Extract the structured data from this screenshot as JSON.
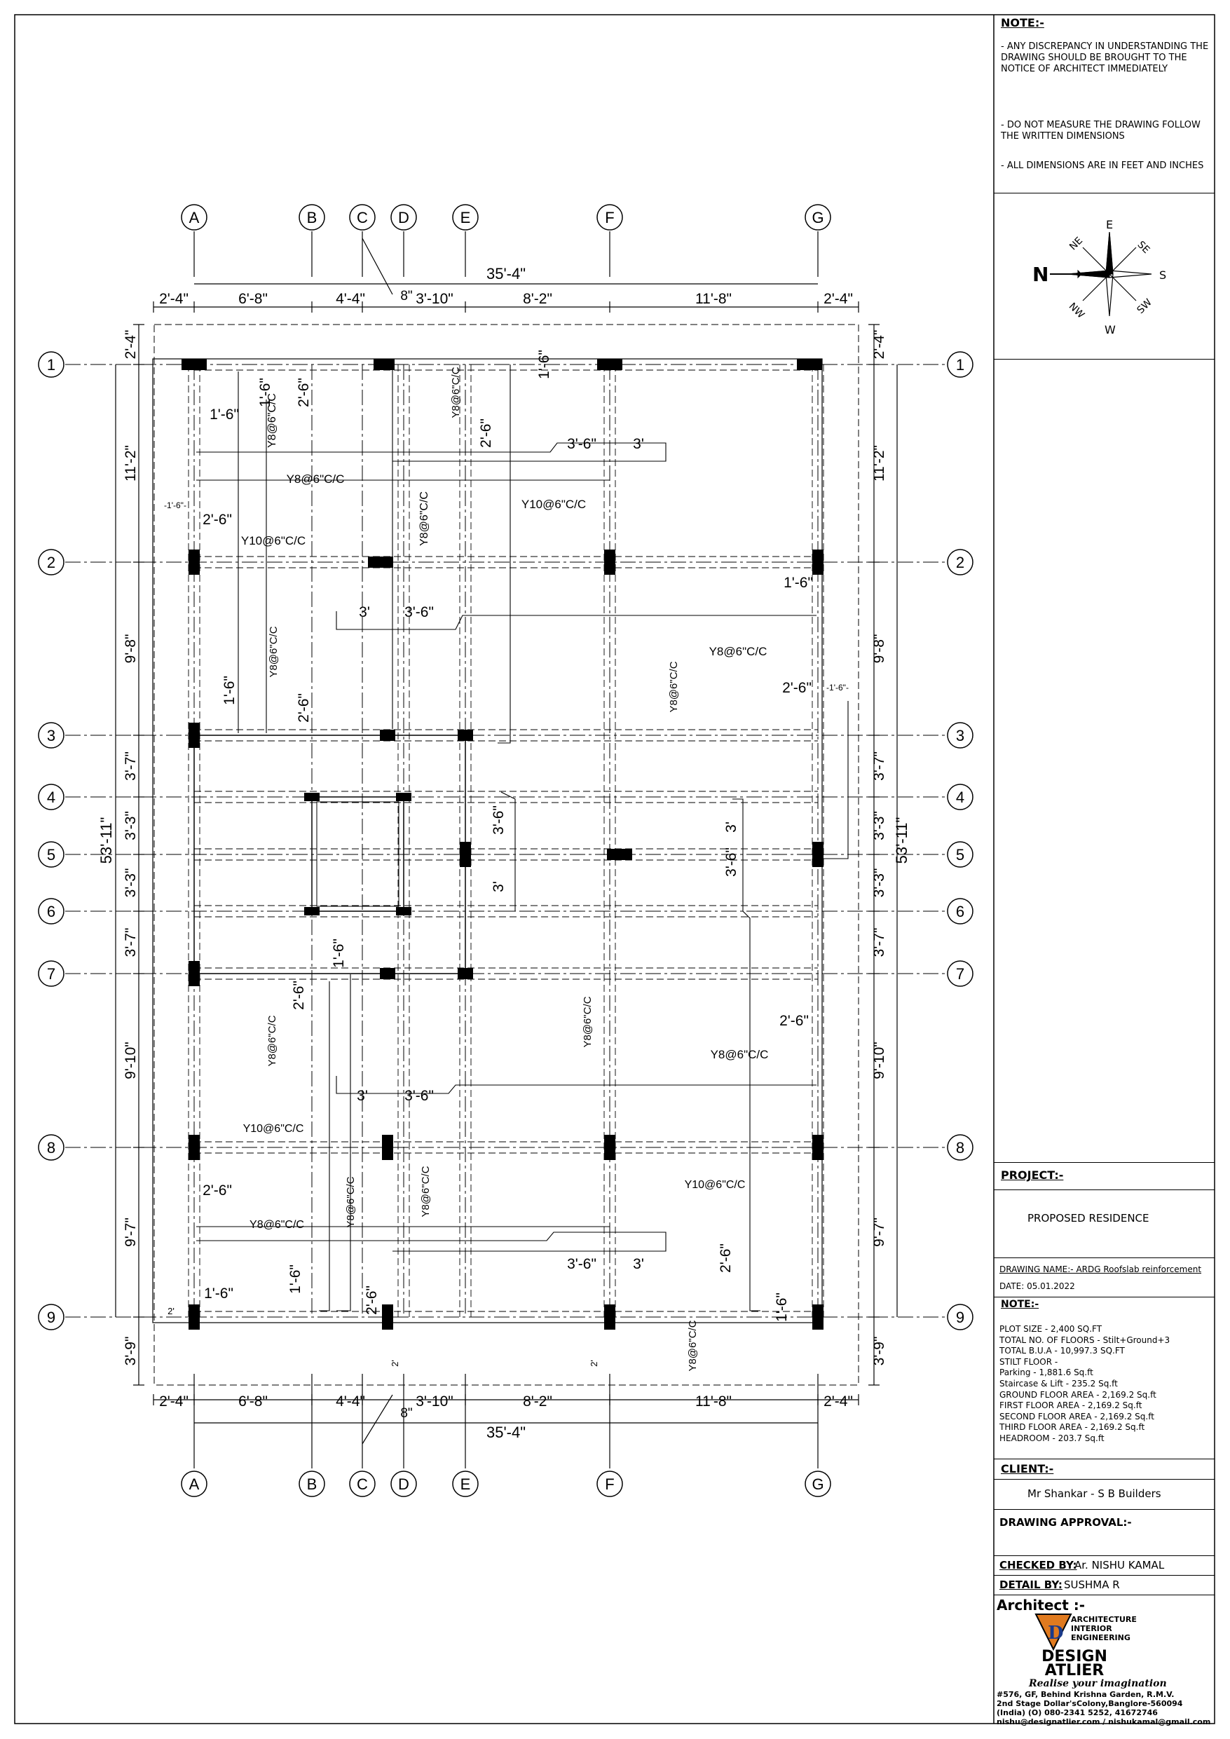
{
  "notes": {
    "heading": "NOTE:-",
    "items": [
      "- ANY DISCREPANCY IN UNDERSTANDING THE DRAWING SHOULD BE BROUGHT TO THE NOTICE OF ARCHITECT IMMEDIATELY",
      "- DO NOT MEASURE THE DRAWING FOLLOW THE WRITTEN DIMENSIONS",
      "- ALL DIMENSIONS ARE IN FEET AND INCHES"
    ]
  },
  "compass": {
    "north": "N",
    "labels": [
      "E",
      "SE",
      "S",
      "SW",
      "W",
      "NW",
      "NE"
    ]
  },
  "grid": {
    "cols": [
      "A",
      "B",
      "C",
      "D",
      "E",
      "F",
      "G"
    ],
    "rows": [
      "1",
      "2",
      "3",
      "4",
      "5",
      "6",
      "7",
      "8",
      "9"
    ]
  },
  "dims": {
    "overall_width": "35'-4\"",
    "overall_height": "53'-11\"",
    "top_segments": [
      "2'-4\"",
      "6'-8\"",
      "4'-4\"",
      "3'-10\"",
      "8'-2\"",
      "11'-8\"",
      "2'-4\""
    ],
    "c_offset": "8\"",
    "left_segments": [
      "2'-4\"",
      "11'-2\"",
      "9'-8\"",
      "3'-7\"",
      "3'-3\"",
      "3'-3\"",
      "3'-7\"",
      "9'-10\"",
      "9'-7\"",
      "3'-9\""
    ],
    "right_segments": [
      "2'-4\"",
      "11'-2\"",
      "9'-8\"",
      "3'-7\"",
      "3'-3\"",
      "3'-3\"",
      "3'-7\"",
      "9'-10\"",
      "9'-7\"",
      "3'-9\""
    ]
  },
  "rebar": {
    "y8": "Y8@6\"C/C",
    "y10": "Y10@6\"C/C",
    "l16": "1'-6\"",
    "l26": "2'-6\"",
    "l36": "3'-6\"",
    "l3": "3'",
    "l2": "2'",
    "l16_small": "-1'-6\"-"
  },
  "project": {
    "heading": "PROJECT:-",
    "name": "PROPOSED RESIDENCE"
  },
  "drawing": {
    "name": "DRAWING NAME:- ARDG Roofslab reinforcement",
    "date": "DATE: 05.01.2022"
  },
  "summary": {
    "heading": "NOTE:-",
    "lines": [
      "PLOT SIZE - 2,400 SQ.FT",
      "TOTAL NO. OF FLOORS - Stilt+Ground+3",
      "TOTAL B.U.A - 10,997.3 SQ.FT",
      "STILT FLOOR -",
      "Parking - 1,881.6 Sq.ft",
      "Staircase & Lift - 235.2 Sq.ft",
      "GROUND FLOOR AREA - 2,169.2 Sq.ft",
      "FIRST FLOOR AREA - 2,169.2 Sq.ft",
      "SECOND FLOOR AREA - 2,169.2 Sq.ft",
      "THIRD FLOOR AREA - 2,169.2 Sq.ft",
      "HEADROOM - 203.7 Sq.ft"
    ]
  },
  "client": {
    "heading": "CLIENT:-",
    "name": "Mr Shankar -  S B Builders"
  },
  "approval": {
    "heading": "DRAWING APPROVAL:-"
  },
  "checked": {
    "label": "CHECKED BY:",
    "value": "Ar. NISHU KAMAL"
  },
  "detail": {
    "label": "DETAIL BY:",
    "value": "SUSHMA R"
  },
  "architect": {
    "label": "Architect :-",
    "services": [
      "ARCHITECTURE",
      "INTERIOR",
      "ENGINEERING"
    ],
    "firm1": "DESIGN",
    "firm2": "ATLIER",
    "tagline": "Realise your imagination",
    "address": [
      "#576, GF, Behind Krishna Garden, R.M.V.",
      "2nd Stage Dollar'sColony,Banglore-560094",
      "(India) (O) 080-2341 5252, 41672746",
      "nishu@designatlier.com  / nishukamal@gmail.com"
    ]
  }
}
